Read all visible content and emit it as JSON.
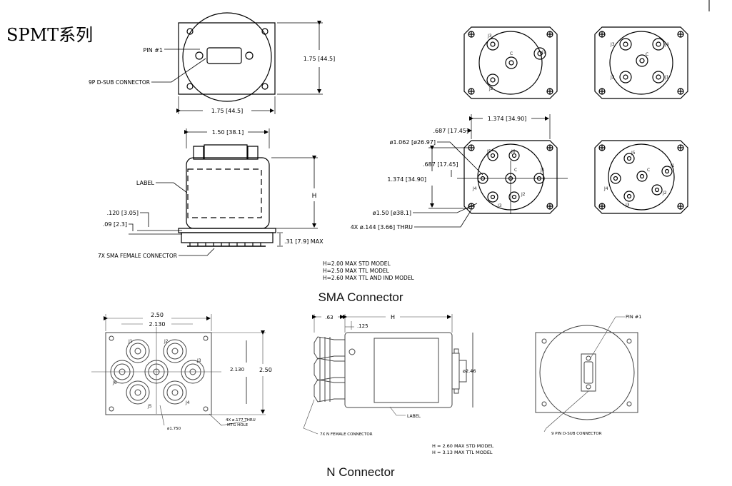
{
  "page": {
    "title": "SPMT系列"
  },
  "sma": {
    "section_title": "SMA Connector",
    "front": {
      "pin1": "PIN #1",
      "dsub": "9P D-SUB CONNECTOR",
      "height": "1.75 [44.5]",
      "width": "1.75 [44.5]"
    },
    "side": {
      "width": "1.50 [38.1]",
      "label": "LABEL",
      "h": "H",
      "d120": ".120 [3.05]",
      "d09": ".09 [2.3]",
      "d31": ".31 [7.9] MAX",
      "sma": "7X SMA FEMALE CONNECTOR",
      "notes": [
        "H=2.00 MAX STD MODEL",
        "H=2.50 MAX TTL MODEL",
        "H=2.60 MAX TTL AND IND MODEL"
      ]
    },
    "top4": {
      "ports": [
        "J3",
        "J1",
        "J2",
        "C"
      ]
    },
    "top5": {
      "ports": [
        "J3",
        "J4",
        "J2",
        "J1",
        "C"
      ]
    },
    "bottom7": {
      "d687a": ".687 [17.45]",
      "d1374a": "1.374 [34.90]",
      "d1062": "ø1.062 [ø26.97]",
      "d687b": ".687 [17.45]",
      "d1374b": "1.374 [34.90]",
      "d150": "ø1.50 [ø38.1]",
      "dthru": "4X ø.144 [3.66] THRU",
      "ports": [
        "J5",
        "J6",
        "J4",
        "C",
        "J1",
        "J2",
        "J3"
      ]
    },
    "bottom6": {
      "ports": [
        "J5",
        "J1",
        "J4",
        "C",
        "J2",
        "J3"
      ]
    }
  },
  "n": {
    "section_title": "N Connector",
    "front": {
      "w250": "2.50",
      "w2130": "2.130",
      "h2130": "2.130",
      "h250": "2.50",
      "holes": "4X ø.177 THRU",
      "holes2": "MTG HOLE",
      "dia": "ø1.750",
      "ports": [
        "J1",
        "J2",
        "J3",
        "J4",
        "J5",
        "J6"
      ]
    },
    "side": {
      "d63": ".63",
      "h": "H",
      "d125": ".125",
      "d246": "ø2.46",
      "label": "LABEL",
      "nconn": "7X N FEMALE CONNECTOR",
      "notes": [
        "H = 2.60 MAX STD MODEL",
        "H = 3.13 MAX TTL MODEL"
      ]
    },
    "back": {
      "pin1": "PIN #1",
      "dsub": "9 PIN D-SUB CONNECTOR"
    }
  }
}
